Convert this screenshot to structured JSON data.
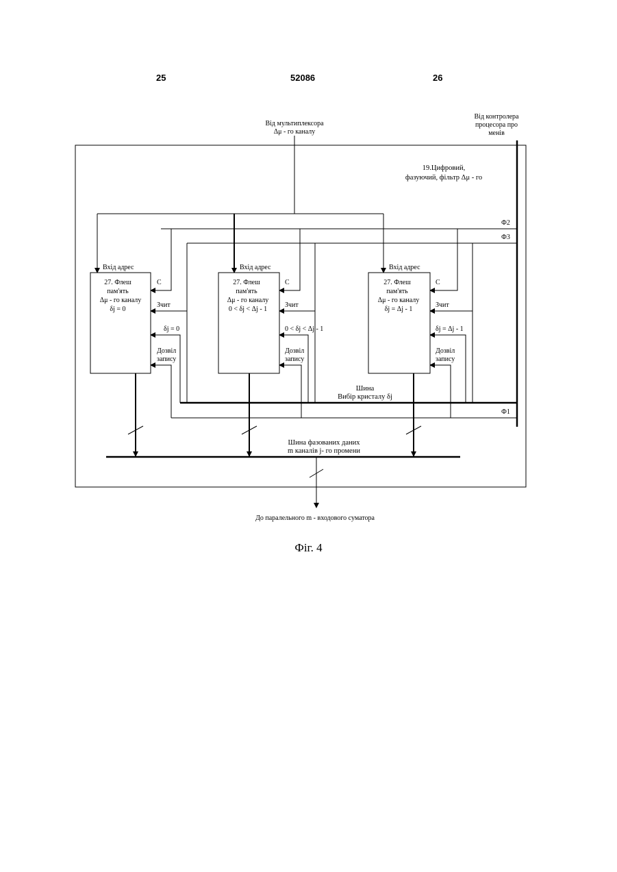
{
  "header": {
    "page_left": "25",
    "doc_number": "52086",
    "page_right": "26"
  },
  "diagram": {
    "input_top": [
      "Від  мультиплексора",
      "Δμ  - го каналу"
    ],
    "input_right": [
      "Від  контролера",
      "процесора  про",
      "менів"
    ],
    "filter_title": [
      "19.Цифровий,",
      "фазуючий, фільтр Δμ  - го"
    ],
    "phase_lines": {
      "f1": "Ф1",
      "f2": "Ф2",
      "f3": "Ф3"
    },
    "blocks": [
      {
        "addr_label": "Вхід адрес",
        "title": [
          "27. Флеш",
          "пам'ять",
          "Δμ  - го каналу",
          "δj = 0"
        ],
        "port_c": "С",
        "port_read": "Зчит",
        "condition": "δj = 0",
        "port_write": [
          "Дозвіл",
          "запису"
        ]
      },
      {
        "addr_label": "Вхід адрес",
        "title": [
          "27. Флеш",
          "пам'ять",
          "Δμ  - го каналу",
          "0 < δj < Δj - 1"
        ],
        "port_c": "С",
        "port_read": "Зчит",
        "condition": "0 < δj < Δj - 1",
        "port_write": [
          "Дозвіл",
          "запису"
        ]
      },
      {
        "addr_label": "Вхід адрес",
        "title": [
          "27. Флеш",
          "пам'ять",
          "Δμ  - го каналу",
          "δj = Δj - 1"
        ],
        "port_c": "С",
        "port_read": "Зчит",
        "condition": "δj = Δj - 1",
        "port_write": [
          "Дозвіл",
          "запису"
        ]
      }
    ],
    "chip_bus": [
      "Шина",
      "Вибір  кристалу δj"
    ],
    "data_bus": [
      "Шина фазованих  даних",
      "m  каналів j- го промени"
    ],
    "output": "До паралельного m - входового  суматора"
  },
  "caption": "Фіг. 4"
}
